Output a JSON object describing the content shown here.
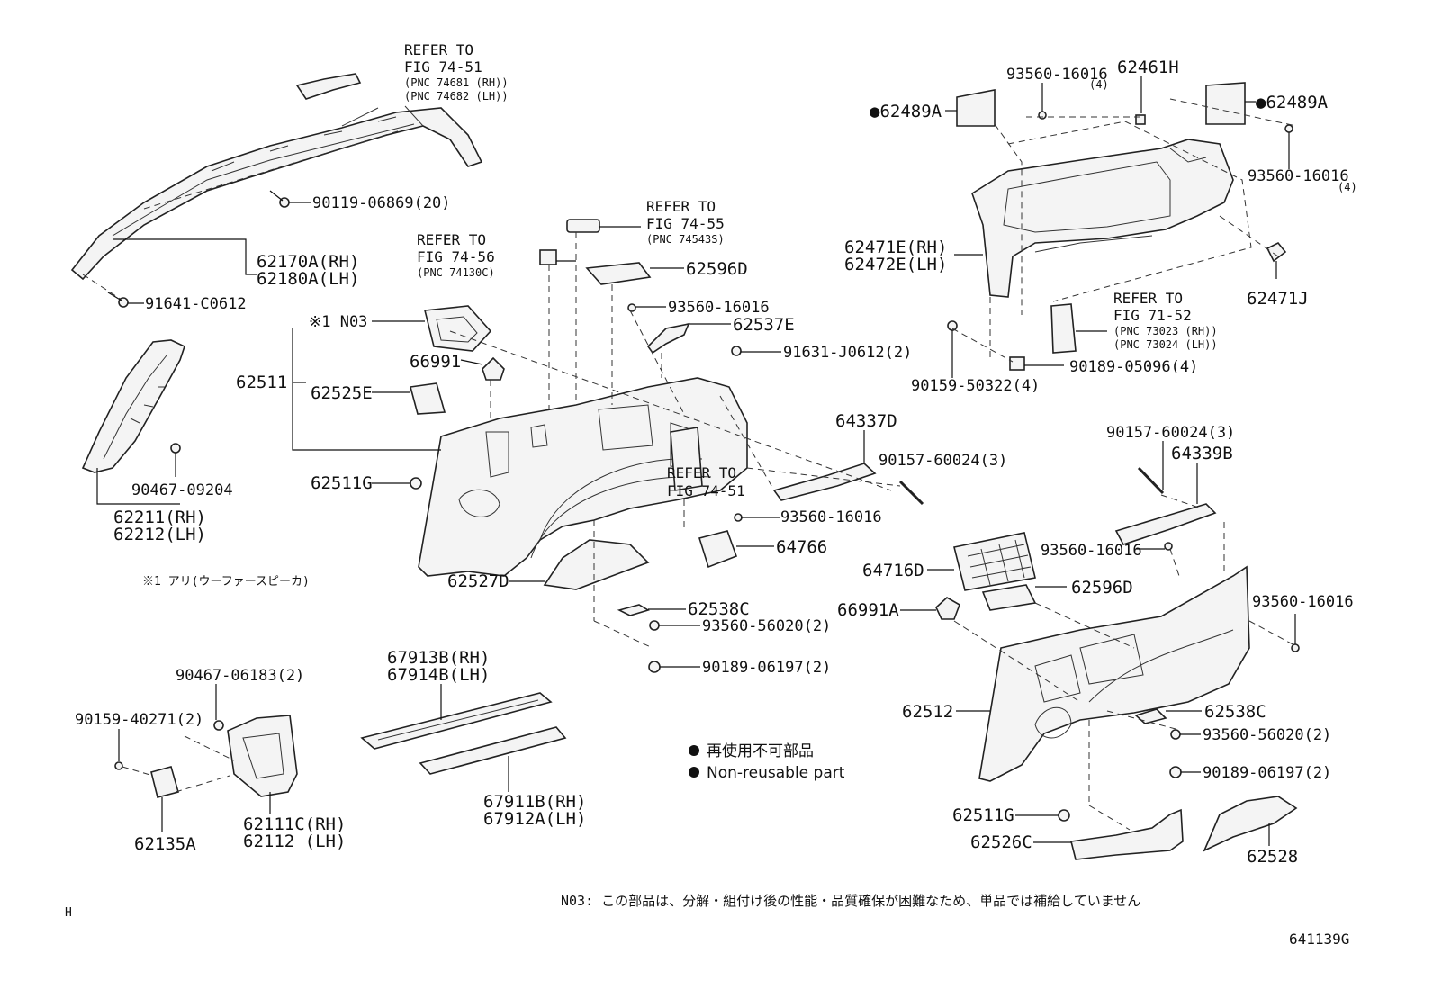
{
  "callouts": {
    "p62170": "62170A(RH)",
    "p62180": "62180A(LH)",
    "p90119": "90119-06869(20)",
    "p91641": "91641-C0612",
    "p62511": "62511",
    "p62525E": "62525E",
    "n03": "※1 N03",
    "p66991": "66991",
    "p62596D_a": "62596D",
    "p93560_a": "93560-16016",
    "p62537E": "62537E",
    "p91631": "91631-J0612(2)",
    "p62511G_a": "62511G",
    "p64337D": "64337D",
    "p90157_a": "90157-60024(3)",
    "p93560_b": "93560-16016",
    "p64766": "64766",
    "p62527D": "62527D",
    "p62538C_a": "62538C",
    "p93560_56020_a": "93560-56020(2)",
    "p90189_06197_a": "90189-06197(2)",
    "p90467_09204": "90467-09204",
    "p62211": "62211(RH)",
    "p62212": "62212(LH)",
    "p90467_06183": "90467-06183(2)",
    "p90159_40271": "90159-40271(2)",
    "p62135A": "62135A",
    "p62111C": "62111C(RH)",
    "p62112": "62112 (LH)",
    "p67913B": "67913B(RH)",
    "p67914B": "67914B(LH)",
    "p67911B": "67911B(RH)",
    "p67912A": "67912A(LH)",
    "p93560_top": "93560-16016",
    "p93560_top_qty": "(4)",
    "p62461H": "62461H",
    "p62489A_l": "●62489A",
    "p62489A_r": "●62489A",
    "p93560_r": "93560-16016",
    "p93560_r_qty": "(4)",
    "p62471E": "62471E(RH)",
    "p62472E": "62472E(LH)",
    "p62471J": "62471J",
    "p90189_05096": "90189-05096(4)",
    "p90159_50322": "90159-50322(4)",
    "p90157_b": "90157-60024(3)",
    "p64339B": "64339B",
    "p93560_c": "93560-16016",
    "p64716D": "64716D",
    "p62596D_b": "62596D",
    "p93560_d": "93560-16016",
    "p66991A": "66991A",
    "p62512": "62512",
    "p62538C_b": "62538C",
    "p93560_56020_b": "93560-56020(2)",
    "p90189_06197_b": "90189-06197(2)",
    "p62511G_b": "62511G",
    "p62526C": "62526C",
    "p62528": "62528"
  },
  "refs": {
    "r1": {
      "l1": "REFER TO",
      "l2": "FIG 74-51",
      "l3": "(PNC 74681 (RH))",
      "l4": "(PNC 74682 (LH))"
    },
    "r2": {
      "l1": "REFER TO",
      "l2": "FIG 74-55",
      "l3": "(PNC 74543S)"
    },
    "r3": {
      "l1": "REFER TO",
      "l2": "FIG 74-56",
      "l3": "(PNC 74130C)"
    },
    "r4": {
      "l1": "REFER TO",
      "l2": "FIG 74-51"
    },
    "r5": {
      "l1": "REFER TO",
      "l2": "FIG 71-52",
      "l3": "(PNC 73023 (RH))",
      "l4": "(PNC 73024 (LH))"
    }
  },
  "notes": {
    "woofer": "※1 アリ(ウーファースピーカ)",
    "legend_jp": "再使用不可部品",
    "legend_en": "Non-reusable part",
    "n03_note": "N03: この部品は、分解・組付け後の性能・品質確保が困難なため、単品では補給していません",
    "corner_h": "H",
    "fig_id": "641139G"
  }
}
